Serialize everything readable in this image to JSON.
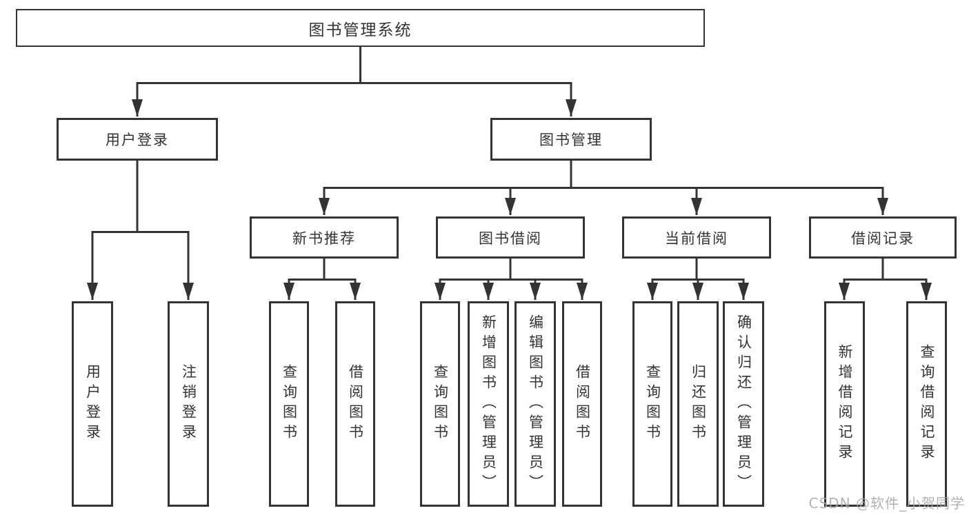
{
  "tree": {
    "label": "图书管理系统",
    "children": [
      {
        "label": "用户登录",
        "children": [
          {
            "label": "用户登录"
          },
          {
            "label": "注销登录"
          }
        ]
      },
      {
        "label": "图书管理",
        "children": [
          {
            "label": "新书推荐",
            "children": [
              {
                "label": "查询图书"
              },
              {
                "label": "借阅图书"
              }
            ]
          },
          {
            "label": "图书借阅",
            "children": [
              {
                "label": "查询图书"
              },
              {
                "label": "新增图书（管理员）"
              },
              {
                "label": "编辑图书（管理员）"
              },
              {
                "label": "借阅图书"
              }
            ]
          },
          {
            "label": "当前借阅",
            "children": [
              {
                "label": "查询图书"
              },
              {
                "label": "归还图书"
              },
              {
                "label": "确认归还（管理员）"
              }
            ]
          },
          {
            "label": "借阅记录",
            "children": [
              {
                "label": "新增借阅记录"
              },
              {
                "label": "查询借阅记录"
              }
            ]
          }
        ]
      }
    ]
  },
  "watermark": {
    "text": "CSDN @软件_小贺同学"
  },
  "colors": {
    "line": "#333333",
    "text": "#333333",
    "box_fill": "#ffffff",
    "background": "#ffffff",
    "watermark": "#a4a4a4"
  }
}
